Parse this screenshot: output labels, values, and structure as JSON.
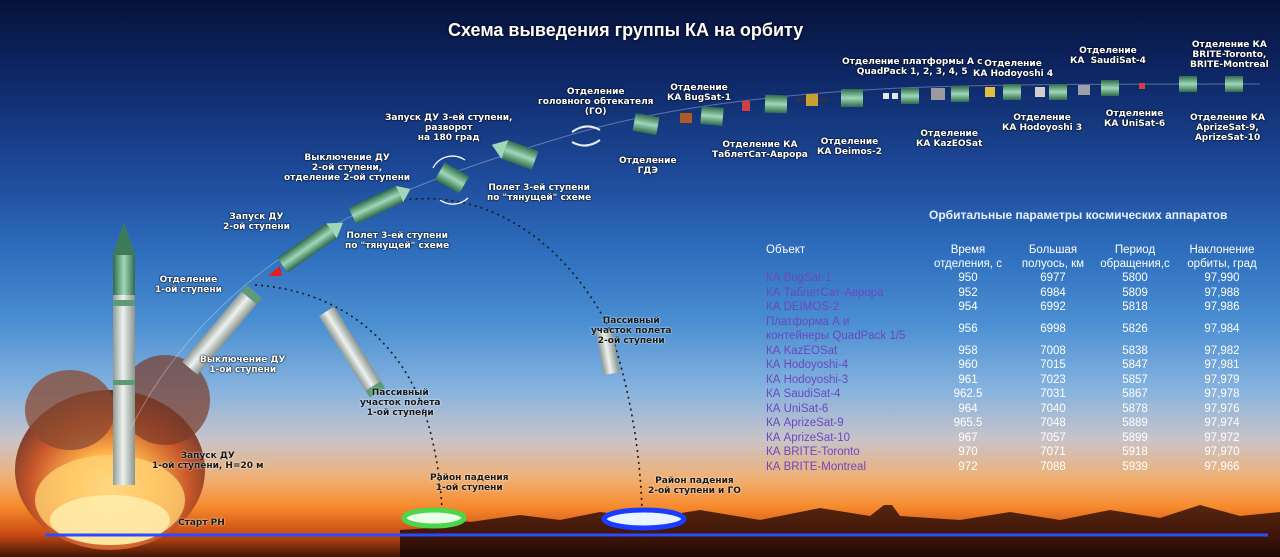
{
  "title": "Схема выведения группы КА на орбиту",
  "labels": {
    "stage1_ignition": "Запуск ДУ\n1-ой ступени, H=20 м",
    "start": "Старт РН",
    "stage1_shutdown": "Выключение ДУ\n1-ой ступени",
    "stage1_separation": "Отделение\n1-ой ступени",
    "stage2_ignition": "Запуск ДУ\n2-ой ступени",
    "stage2_shutdown": "Выключение ДУ\n2-ой ступени,\nотделение 2-ой ступени",
    "stage3_pull1": "Полет 3-ей ступени\nпо \"тянущей\" схеме",
    "stage3_ignition": "Запуск ДУ 3-ей ступени,\nразворот\nна 180 град",
    "stage3_pull2": "Полет 3-ей ступени\nпо \"тянущей\" схеме",
    "fairing_sep": "Отделение\nголовного обтекателя\n(ГО)",
    "gde_sep": "Отделение\nГДЭ",
    "passive1": "Пассивный\nучасток полета\n1-ой ступени",
    "passive2": "Пассивный\nучасток полета\n2-ой ступени",
    "fall1": "Район падения\n1-ой ступени",
    "fall2": "Район падения\n2-ой ступени и ГО",
    "sep_bugsat": "Отделение\nКА BugSat-1",
    "sep_tablet": "Отделение КА\nТаблетСат-Аврора",
    "sep_deimos": "Отделение\nКА Deimos-2",
    "sep_quadpack": "Отделение платформы А с\nQuadPack 1, 2, 3, 4, 5",
    "sep_kazeosat": "Отделение\nКА KazEOSat",
    "sep_hodo4": "Отделение\nКА Hodoyoshi 4",
    "sep_hodo3": "Отделение\nКА Hodoyoshi 3",
    "sep_saudisat": "Отделение\nКА  SaudiSat-4",
    "sep_unisat": "Отделение\nКА UniSat-6",
    "sep_brite": "Отделение КА\nBRITE-Toronto,\nBRITE-Montreal",
    "sep_aprize": "Отделение КА\nAprizeSat-9,\nAprizeSat-10"
  },
  "table": {
    "title": "Орбитальные параметры космических аппаратов",
    "headers": [
      "Объект",
      "Время\nотделения, с",
      "Большая\nполуось, км",
      "Период\nобращения,с",
      "Наклонение\nорбиты, град"
    ],
    "rows": [
      [
        "КА BugSat-1",
        "950",
        "6977",
        "5800",
        "97,990"
      ],
      [
        "КА ТаблетСат-Аврора",
        "952",
        "6984",
        "5809",
        "97,988"
      ],
      [
        "КА DEIMOS-2",
        "954",
        "6992",
        "5818",
        "97,986"
      ],
      [
        "Платформа А и\nконтейнеры QuadPack 1/5",
        "956",
        "6998",
        "5826",
        "97,984"
      ],
      [
        "КА KazEOSat",
        "958",
        "7008",
        "5838",
        "97,982"
      ],
      [
        "КА Hodoyoshi-4",
        "960",
        "7015",
        "5847",
        "97,981"
      ],
      [
        "КА Hodoyoshi-3",
        "961",
        "7023",
        "5857",
        "97,979"
      ],
      [
        "КА SaudiSat-4",
        "962.5",
        "7031",
        "5867",
        "97,978"
      ],
      [
        "КА UniSat-6",
        "964",
        "7040",
        "5878",
        "97,976"
      ],
      [
        "КА AprizeSat-9",
        "965.5",
        "7048",
        "5889",
        "97,974"
      ],
      [
        "КА AprizeSat-10",
        "967",
        "7057",
        "5899",
        "97,972"
      ],
      [
        "КА BRITE-Toronto",
        "970",
        "7071",
        "5918",
        "97,970"
      ],
      [
        "КА BRITE-Montreal",
        "972",
        "7088",
        "5939",
        "97,966"
      ]
    ]
  },
  "colors": {
    "fall_zone_1": "#4cd64c",
    "fall_zone_2": "#1a3cff",
    "ground_line": "#2a4cff",
    "object_names": "#6a48c0",
    "rocket_body": "#cfd6d0",
    "rocket_accent": "#5f9a78"
  }
}
